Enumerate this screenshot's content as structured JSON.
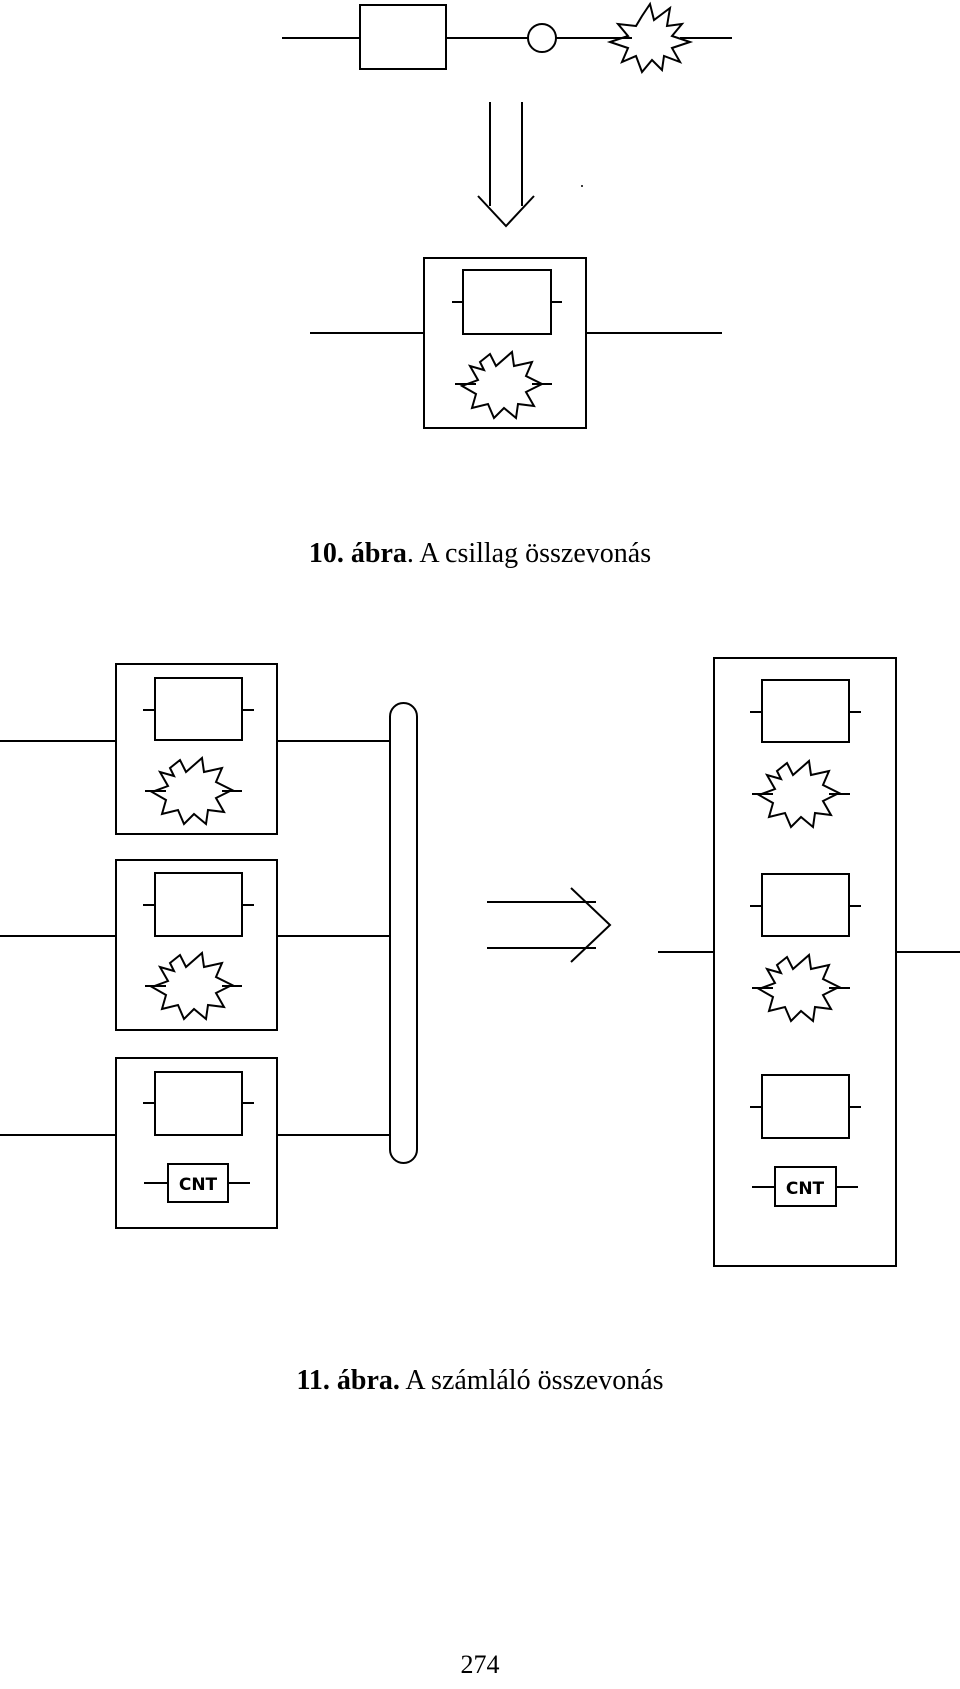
{
  "figure10": {
    "caption_number": "10. ábra",
    "caption_text": ". A csillag összevonás"
  },
  "figure11": {
    "caption_number": "11. ábra.",
    "caption_text": " A számláló összevonás",
    "counter_label": "CNT"
  },
  "page_number": "274"
}
